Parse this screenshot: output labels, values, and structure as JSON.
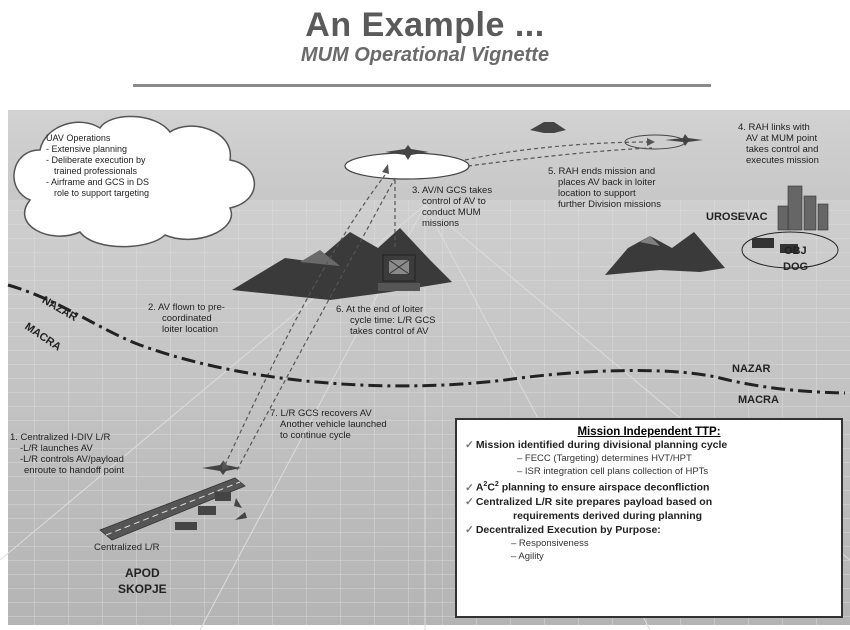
{
  "title": "An Example ...",
  "subtitle": "MUM Operational Vignette",
  "cloud": {
    "lines": [
      "UAV Operations",
      "- Extensive planning",
      "- Deliberate execution by",
      "  trained professionals",
      "- Airframe and GCS in DS",
      "  role to support targeting"
    ]
  },
  "steps": {
    "s1": [
      "1. Centralized I-DIV L/R",
      "-L/R launches AV",
      "-L/R controls AV/payload",
      "enroute to handoff point"
    ],
    "s2": [
      "2. AV flown to pre-",
      "coordinated",
      "loiter location"
    ],
    "s3": [
      "3. AV/N GCS takes",
      "control of AV to",
      "conduct MUM",
      "missions"
    ],
    "s4": [
      "4. RAH links with",
      "AV at MUM point",
      "takes control and",
      "executes mission"
    ],
    "s5": [
      "5. RAH ends mission and",
      "places AV back in loiter",
      "location to support",
      "further Division missions"
    ],
    "s6": [
      "6. At the end of loiter",
      "cycle time: L/R GCS",
      "takes control of AV"
    ],
    "s7": [
      "7. L/R GCS recovers AV",
      "Another vehicle launched",
      "to continue cycle"
    ]
  },
  "places": {
    "urosevac": "UROSEVAC",
    "obj": "OBJ",
    "dog": "DOG",
    "nazar_left": "NAZAR",
    "macra_left": "MACRA",
    "nazar_right": "NAZAR",
    "macra_right": "MACRA",
    "centralized_lr": "Centralized L/R",
    "apod": "APOD",
    "skopje": "SKOPJE"
  },
  "ttp": {
    "heading": "Mission Independent TTP:",
    "line1": "Mission identified during divisional planning cycle",
    "line1a": "– FECC (Targeting) determines HVT/HPT",
    "line1b": "– ISR integration cell plans collection of HPTs",
    "line2_a": "A",
    "line2_sup1": "2",
    "line2_c": "C",
    "line2_sup2": "2",
    "line2_rest": " planning to ensure airspace deconfliction",
    "line3": "Centralized L/R site prepares payload based on",
    "line3b": "requirements derived during planning",
    "line4": "Decentralized Execution by Purpose:",
    "line4a": "– Responsiveness",
    "line4b": "– Agility"
  },
  "colors": {
    "ground": "#bdbdbd",
    "sky": "#c9c9c9",
    "mountain": "#3a3a3a",
    "text": "#222222"
  }
}
